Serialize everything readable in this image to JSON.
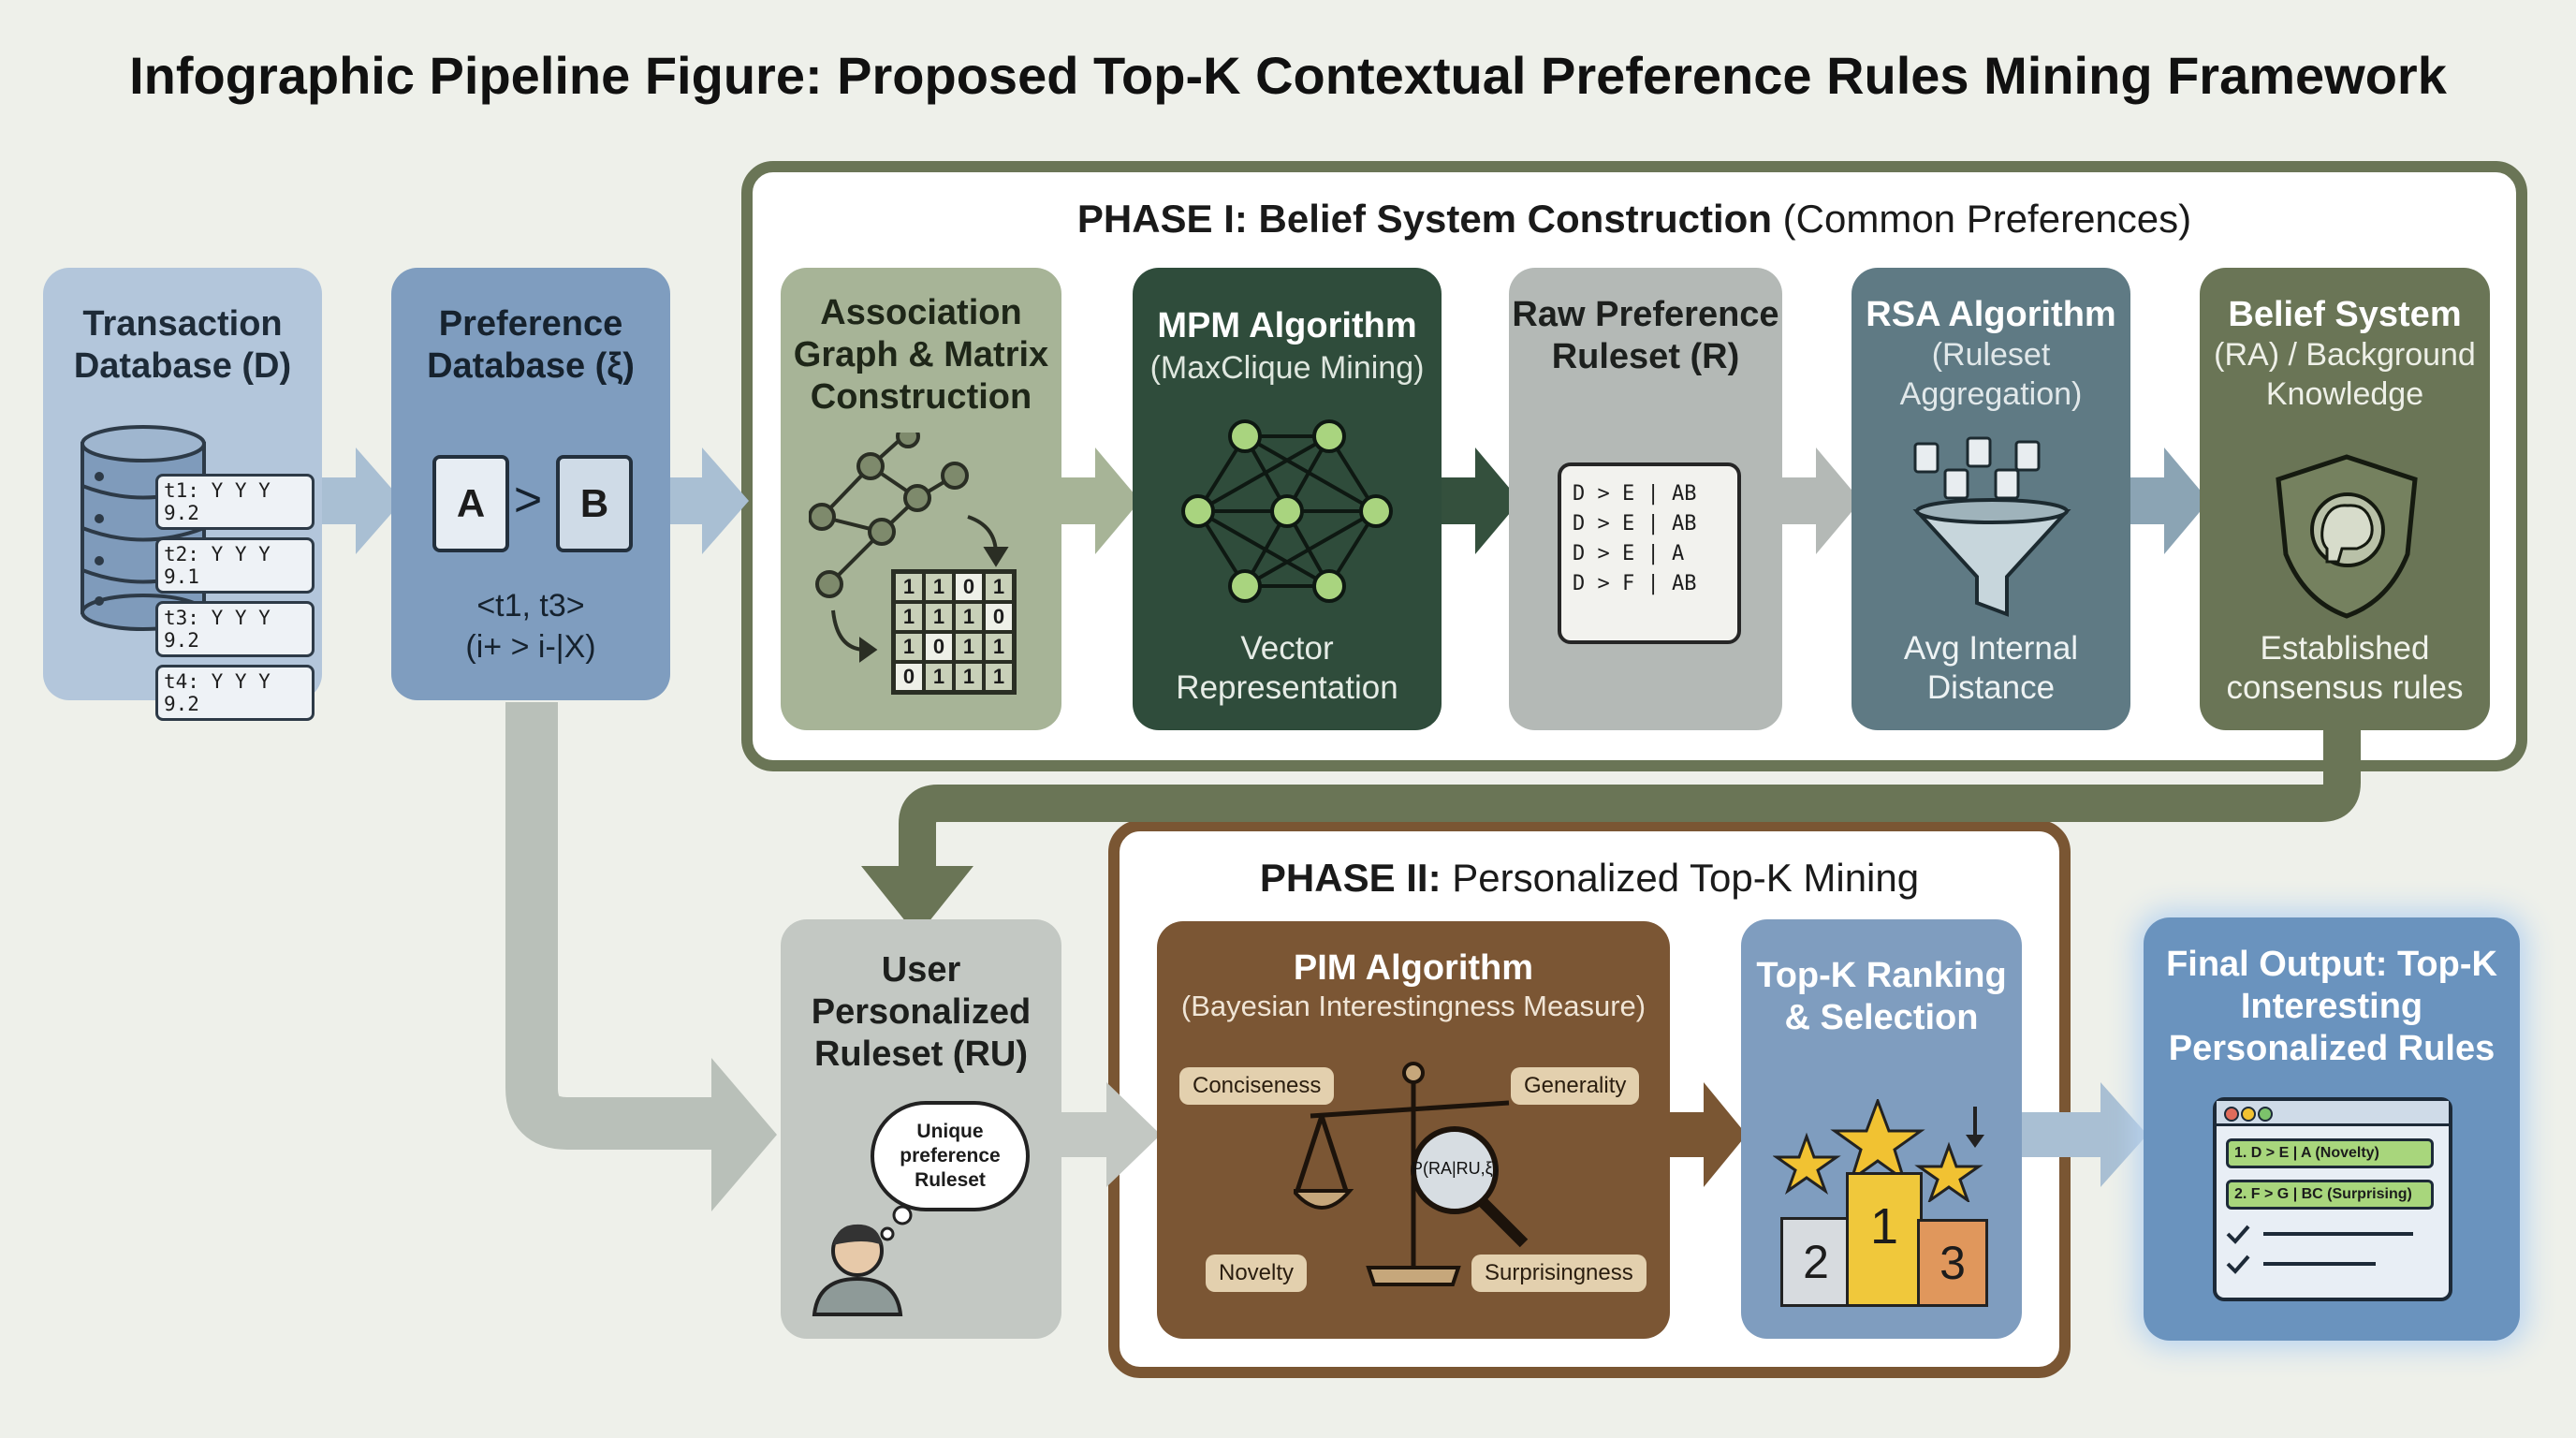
{
  "title": "Infographic Pipeline Figure: Proposed Top-K Contextual Preference Rules Mining Framework",
  "phase1": {
    "label_bold": "PHASE I: Belief System Construction",
    "label_rest": " (Common Preferences)"
  },
  "phase2": {
    "label_bold": "PHASE II:",
    "label_rest": " Personalized Top-K Mining"
  },
  "transaction_db": {
    "title": "Transaction Database (D)",
    "rows": [
      "t1: Y Y Y 9.2",
      "t2: Y Y Y 9.1",
      "t3: Y Y Y 9.2",
      "t4: Y Y Y 9.2"
    ]
  },
  "preference_db": {
    "title": "Preference Database (ξ)",
    "left": "A",
    "op": ">",
    "right": "B",
    "line1": "<t1, t3>",
    "line2": "(i+ > i-|X)"
  },
  "assoc": {
    "title": "Association Graph & Matrix Construction",
    "matrix": [
      [
        "1",
        "1",
        "0",
        "1"
      ],
      [
        "1",
        "1",
        "1",
        "0"
      ],
      [
        "1",
        "0",
        "1",
        "1"
      ],
      [
        "0",
        "1",
        "1",
        "1"
      ]
    ]
  },
  "mpm": {
    "title": "MPM Algorithm",
    "sub": "(MaxClique Mining)",
    "bottom": "Vector Representation"
  },
  "raw": {
    "title": "Raw Preference Ruleset (R)",
    "rules": [
      "D > E | AB",
      "D > E | AB",
      "D > E | A",
      "D > F | AB"
    ]
  },
  "rsa": {
    "title": "RSA Algorithm",
    "sub": "(Ruleset Aggregation)",
    "bottom": "Avg Internal Distance"
  },
  "belief": {
    "title": "Belief System",
    "sub": "(RA) / Background Knowledge",
    "bottom": "Established consensus rules"
  },
  "user": {
    "title": "User Personalized Ruleset (RU)",
    "bubble": "Unique preference Ruleset"
  },
  "pim": {
    "title": "PIM Algorithm",
    "sub": "(Bayesian Interestingness Measure)",
    "tags": [
      "Conciseness",
      "Generality",
      "Novelty",
      "Surprisingness"
    ],
    "formula": "P(RA|RU,ξ)"
  },
  "topk": {
    "title": "Top-K Ranking & Selection",
    "places": [
      "2",
      "1",
      "3"
    ]
  },
  "final": {
    "title": "Final Output: Top-K Interesting Personalized Rules",
    "items": [
      "1. D > E | A (Novelty)",
      "2. F > G | BC (Surprising)"
    ]
  },
  "colors": {
    "phase1_border": "#6a7556",
    "phase2_border": "#7a5633",
    "blue_card": "#7f9dbf",
    "dark_green": "#2f4c3b",
    "brown": "#7b5634"
  }
}
